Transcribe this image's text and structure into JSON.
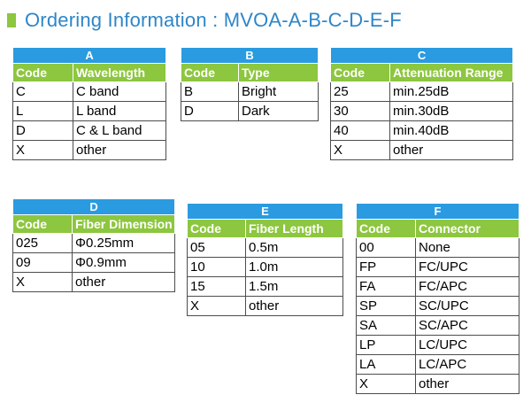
{
  "title": {
    "text": "Ordering Information : MVOA-A-B-C-D-E-F",
    "accent_color": "#8dc63f",
    "text_color": "#2e86c8"
  },
  "colors": {
    "table_title_bg": "#2a9be0",
    "column_header_bg": "#8dc63f"
  },
  "tables": {
    "a": {
      "title": "A",
      "headers": [
        "Code",
        "Wavelength"
      ],
      "rows": [
        [
          "C",
          "C band"
        ],
        [
          "L",
          "L band"
        ],
        [
          "D",
          "C & L band"
        ],
        [
          "X",
          "other"
        ]
      ]
    },
    "b": {
      "title": "B",
      "headers": [
        "Code",
        "Type"
      ],
      "rows": [
        [
          "B",
          "Bright"
        ],
        [
          "D",
          "Dark"
        ]
      ]
    },
    "c": {
      "title": "C",
      "headers": [
        "Code",
        "Attenuation Range"
      ],
      "rows": [
        [
          "25",
          "min.25dB"
        ],
        [
          "30",
          "min.30dB"
        ],
        [
          "40",
          "min.40dB"
        ],
        [
          "X",
          "other"
        ]
      ]
    },
    "d": {
      "title": "D",
      "headers": [
        "Code",
        "Fiber Dimension"
      ],
      "rows": [
        [
          "025",
          "Φ0.25mm"
        ],
        [
          "09",
          "Φ0.9mm"
        ],
        [
          "X",
          "other"
        ]
      ]
    },
    "e": {
      "title": "E",
      "headers": [
        "Code",
        "Fiber Length"
      ],
      "rows": [
        [
          "05",
          "0.5m"
        ],
        [
          "10",
          "1.0m"
        ],
        [
          "15",
          "1.5m"
        ],
        [
          "X",
          "other"
        ]
      ]
    },
    "f": {
      "title": "F",
      "headers": [
        "Code",
        "Connector"
      ],
      "rows": [
        [
          "00",
          "None"
        ],
        [
          "FP",
          "FC/UPC"
        ],
        [
          "FA",
          "FC/APC"
        ],
        [
          "SP",
          "SC/UPC"
        ],
        [
          "SA",
          "SC/APC"
        ],
        [
          "LP",
          "LC/UPC"
        ],
        [
          "LA",
          "LC/APC"
        ],
        [
          "X",
          "other"
        ]
      ]
    }
  }
}
